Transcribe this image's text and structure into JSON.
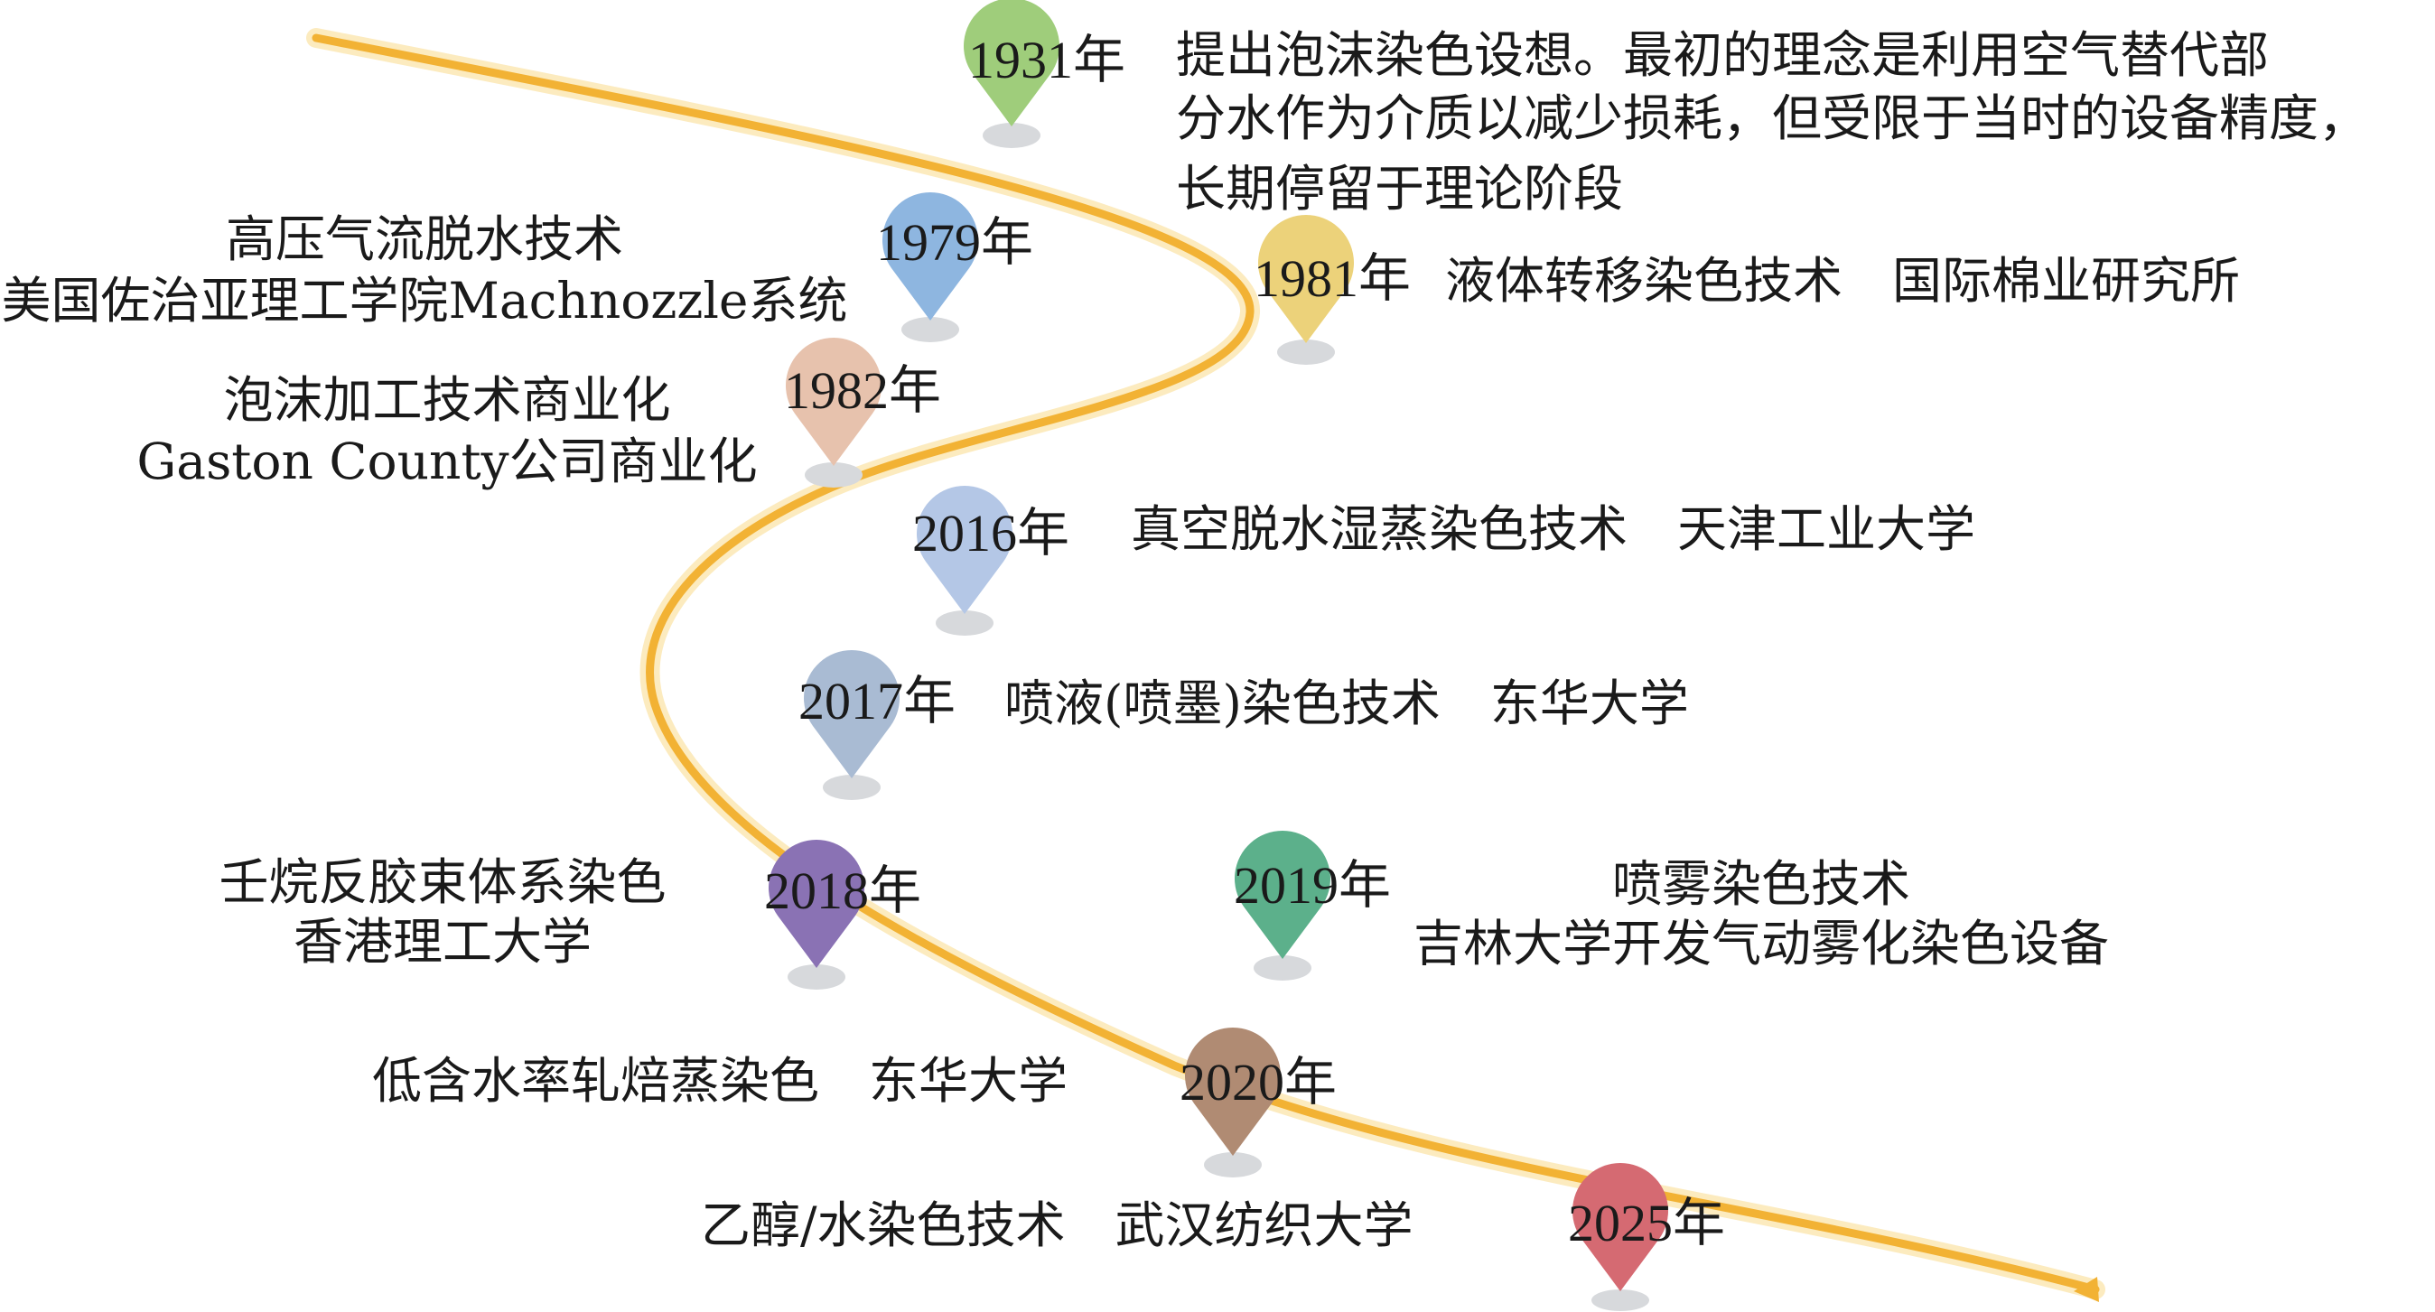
{
  "events": [
    {
      "year": "1931年",
      "color": "#9fcd7b",
      "lines": [
        "提出泡沫染色设想。最初的理念是利用空气替代部",
        "分水作为介质以减少损耗，但受限于当时的设备精度，",
        "长期停留于理论阶段"
      ]
    },
    {
      "year": "1979年",
      "color": "#8eb6e0",
      "lines": [
        "高压气流脱水技术",
        "美国佐治亚理工学院Machnozzle系统"
      ]
    },
    {
      "year": "1981年",
      "color": "#ecd27a",
      "lines": [
        "液体转移染色技术　国际棉业研究所"
      ]
    },
    {
      "year": "1982年",
      "color": "#e7c2ad",
      "lines": [
        "泡沫加工技术商业化",
        "Gaston County公司商业化"
      ]
    },
    {
      "year": "2016年",
      "color": "#b4c7e6",
      "lines": [
        "真空脱水湿蒸染色技术　天津工业大学"
      ]
    },
    {
      "year": "2017年",
      "color": "#a9bbd3",
      "lines": [
        "喷液(喷墨)染色技术　东华大学"
      ]
    },
    {
      "year": "2018年",
      "color": "#8a72b4",
      "lines": [
        "壬烷反胶束体系染色",
        "香港理工大学"
      ]
    },
    {
      "year": "2019年",
      "color": "#5cb08b",
      "lines": [
        "喷雾染色技术",
        "吉林大学开发气动雾化染色设备"
      ]
    },
    {
      "year": "2020年",
      "color": "#b08b73",
      "lines": [
        "低含水率轧焙蒸染色　东华大学"
      ]
    },
    {
      "year": "2025年",
      "color": "#d56a72",
      "lines": [
        "乙醇/水染色技术　武汉纺织大学"
      ]
    }
  ],
  "colors": {
    "curve": "#f2b234",
    "curve_glow": "#fbe3a4",
    "shadow": "#d7d9dc"
  }
}
